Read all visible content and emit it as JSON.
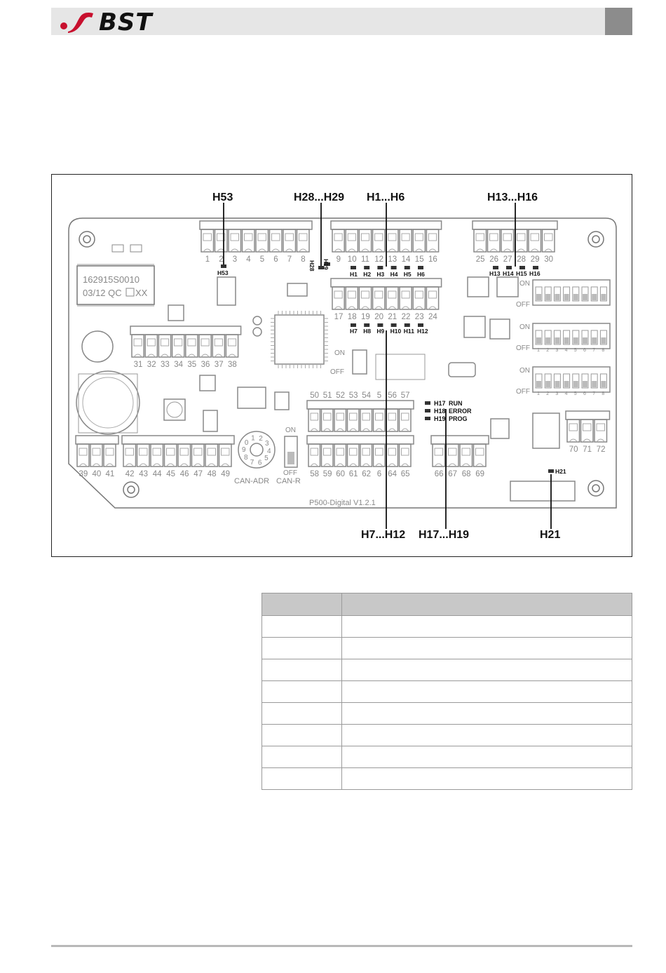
{
  "header": {
    "logo_text": "BST",
    "brand_color": "#c8102e"
  },
  "board": {
    "label_sticker": [
      "162915S0010",
      "03/12 QC",
      "XX"
    ],
    "version": "P500-Digital  V1.2.1",
    "callouts": {
      "h53": "H53",
      "h28_h29": "H28...H29",
      "h1_h6": "H1...H6",
      "h13_h16": "H13...H16",
      "h7_h12": "H7...H12",
      "h17_h19": "H17...H19",
      "h21": "H21"
    },
    "small_leds": {
      "h53": "H53",
      "h28": "H28",
      "h29": "H29",
      "top": [
        "H1",
        "H2",
        "H3",
        "H4",
        "H5",
        "H6"
      ],
      "mid": [
        "H7",
        "H8",
        "H9",
        "H10",
        "H11",
        "H12"
      ],
      "right": [
        "H13",
        "H14",
        "H15",
        "H16"
      ],
      "h21": "H21"
    },
    "status_leds": [
      {
        "id": "H17",
        "text": "RUN"
      },
      {
        "id": "H18",
        "text": "ERROR"
      },
      {
        "id": "H19",
        "text": "PROG"
      }
    ],
    "terminals": {
      "t1": [
        "1",
        "2",
        "3",
        "4",
        "5",
        "6",
        "7",
        "8"
      ],
      "t9": [
        "9",
        "10",
        "11",
        "12",
        "13",
        "14",
        "15",
        "16"
      ],
      "t25": [
        "25",
        "26",
        "27",
        "28",
        "29",
        "30"
      ],
      "t17": [
        "17",
        "18",
        "19",
        "20",
        "21",
        "22",
        "23",
        "24"
      ],
      "t31": [
        "31",
        "32",
        "33",
        "34",
        "35",
        "36",
        "37",
        "38"
      ],
      "t50": [
        "50",
        "51",
        "52",
        "53",
        "54",
        "5",
        "56",
        "57"
      ],
      "t39": [
        "39",
        "40",
        "41"
      ],
      "t42": [
        "42",
        "43",
        "44",
        "45",
        "46",
        "47",
        "48",
        "49"
      ],
      "t58": [
        "58",
        "59",
        "60",
        "61",
        "62",
        "6",
        "64",
        "65"
      ],
      "t66": [
        "66",
        "67",
        "68",
        "69"
      ],
      "t70": [
        "70",
        "71",
        "72"
      ]
    },
    "dip": {
      "on": "ON",
      "off": "OFF",
      "numbers": [
        "1",
        "2",
        "3",
        "4",
        "5",
        "6",
        "7",
        "8"
      ]
    },
    "can_adr": "CAN-ADR",
    "can_r": "CAN-R",
    "switch_on": "ON",
    "switch_off": "OFF",
    "rotary_digits": "0123456789"
  },
  "table": {
    "rows": 8
  }
}
